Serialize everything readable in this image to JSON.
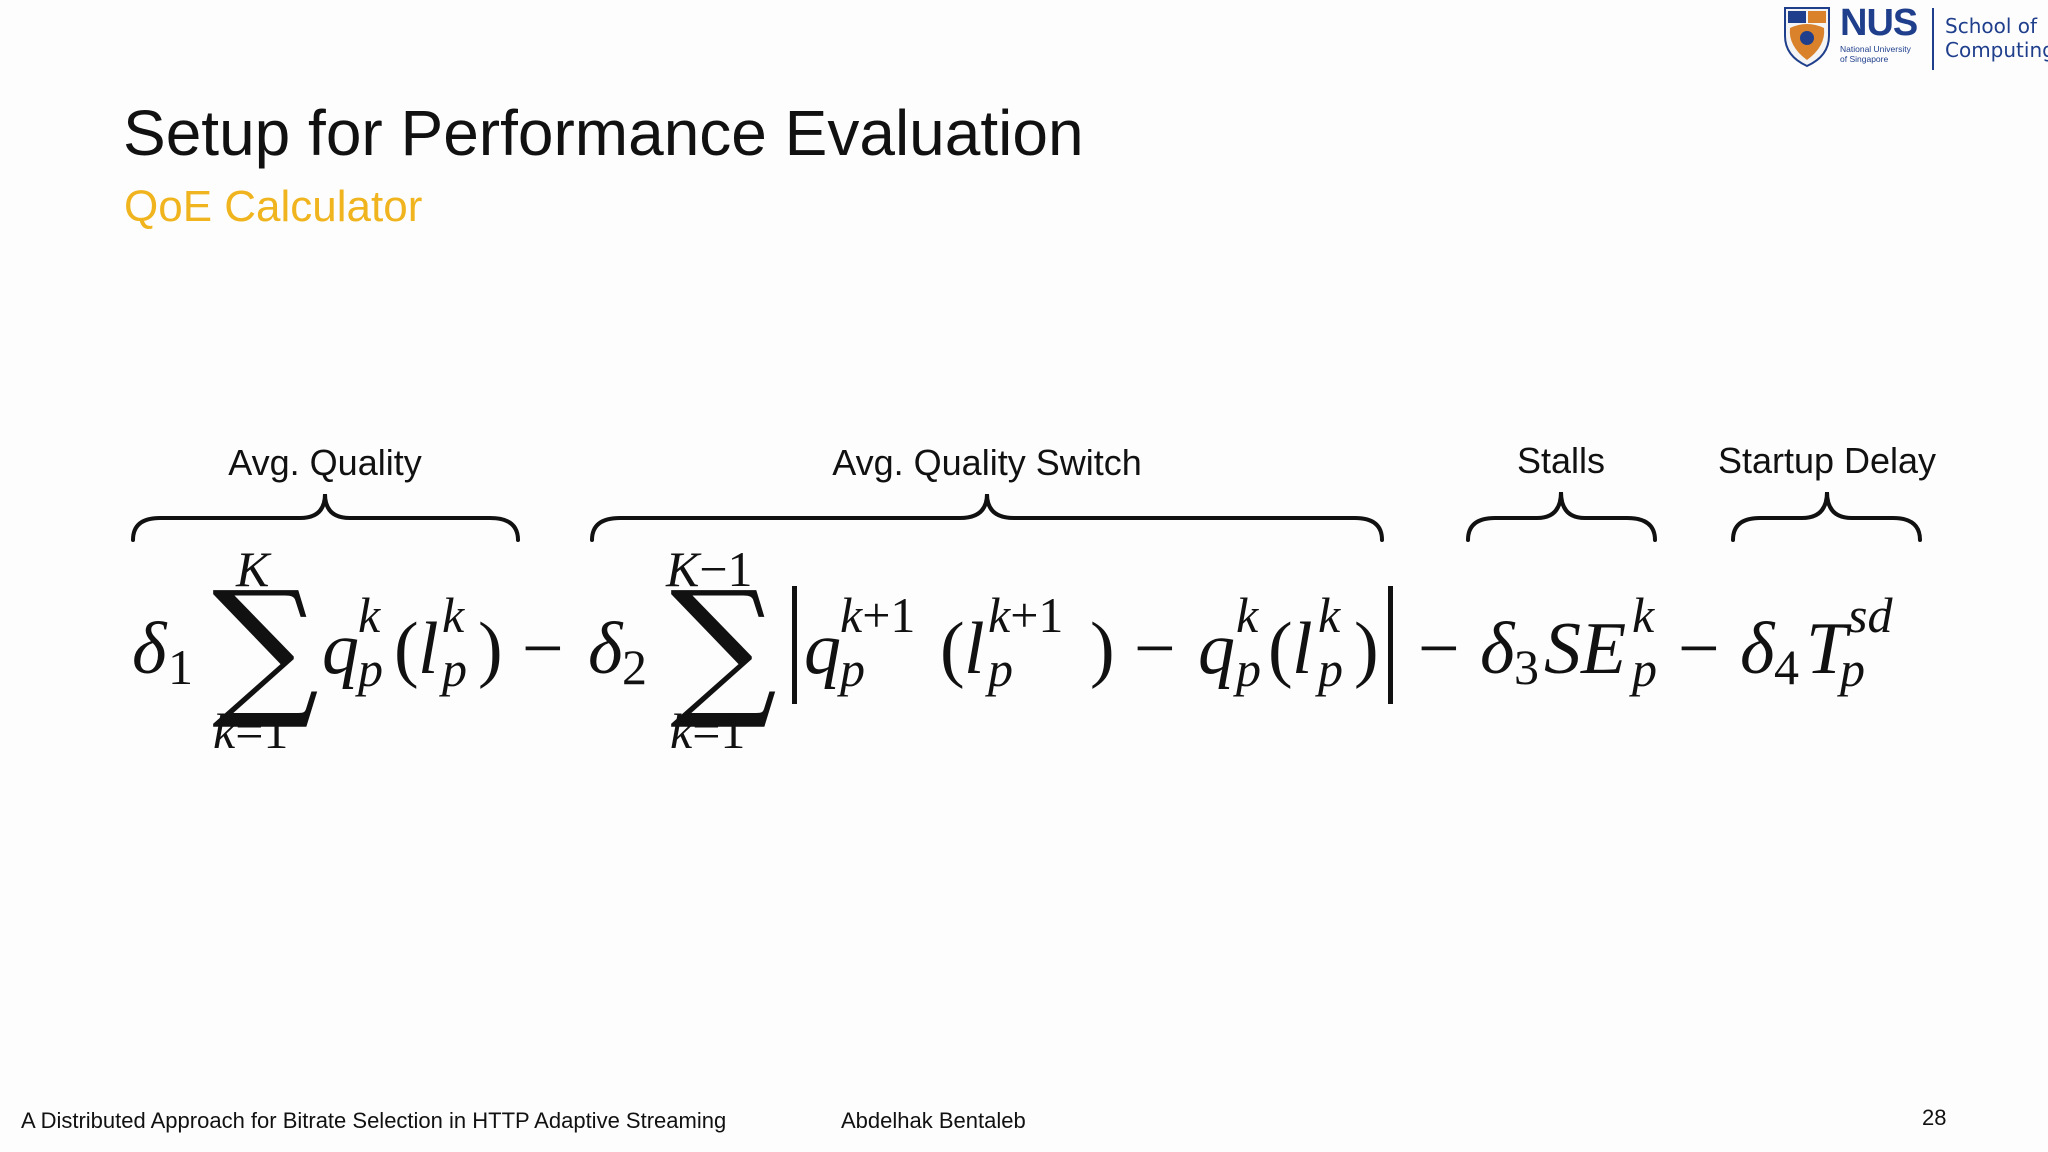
{
  "logo": {
    "wordmark": "NUS",
    "line1": "National University",
    "line2": "of Singapore",
    "school_line1": "School of",
    "school_line2": "Computing"
  },
  "slide": {
    "title": "Setup for Performance Evaluation",
    "subtitle": "QoE Calculator",
    "accent_color": "#f0b41e"
  },
  "formula": {
    "labels": [
      "Avg. Quality",
      "Avg. Quality Switch",
      "Stalls",
      "Startup Delay"
    ]
  },
  "footer": {
    "title": "A Distributed Approach for Bitrate Selection in HTTP Adaptive Streaming",
    "author": "Abdelhak Bentaleb",
    "page": "28"
  }
}
